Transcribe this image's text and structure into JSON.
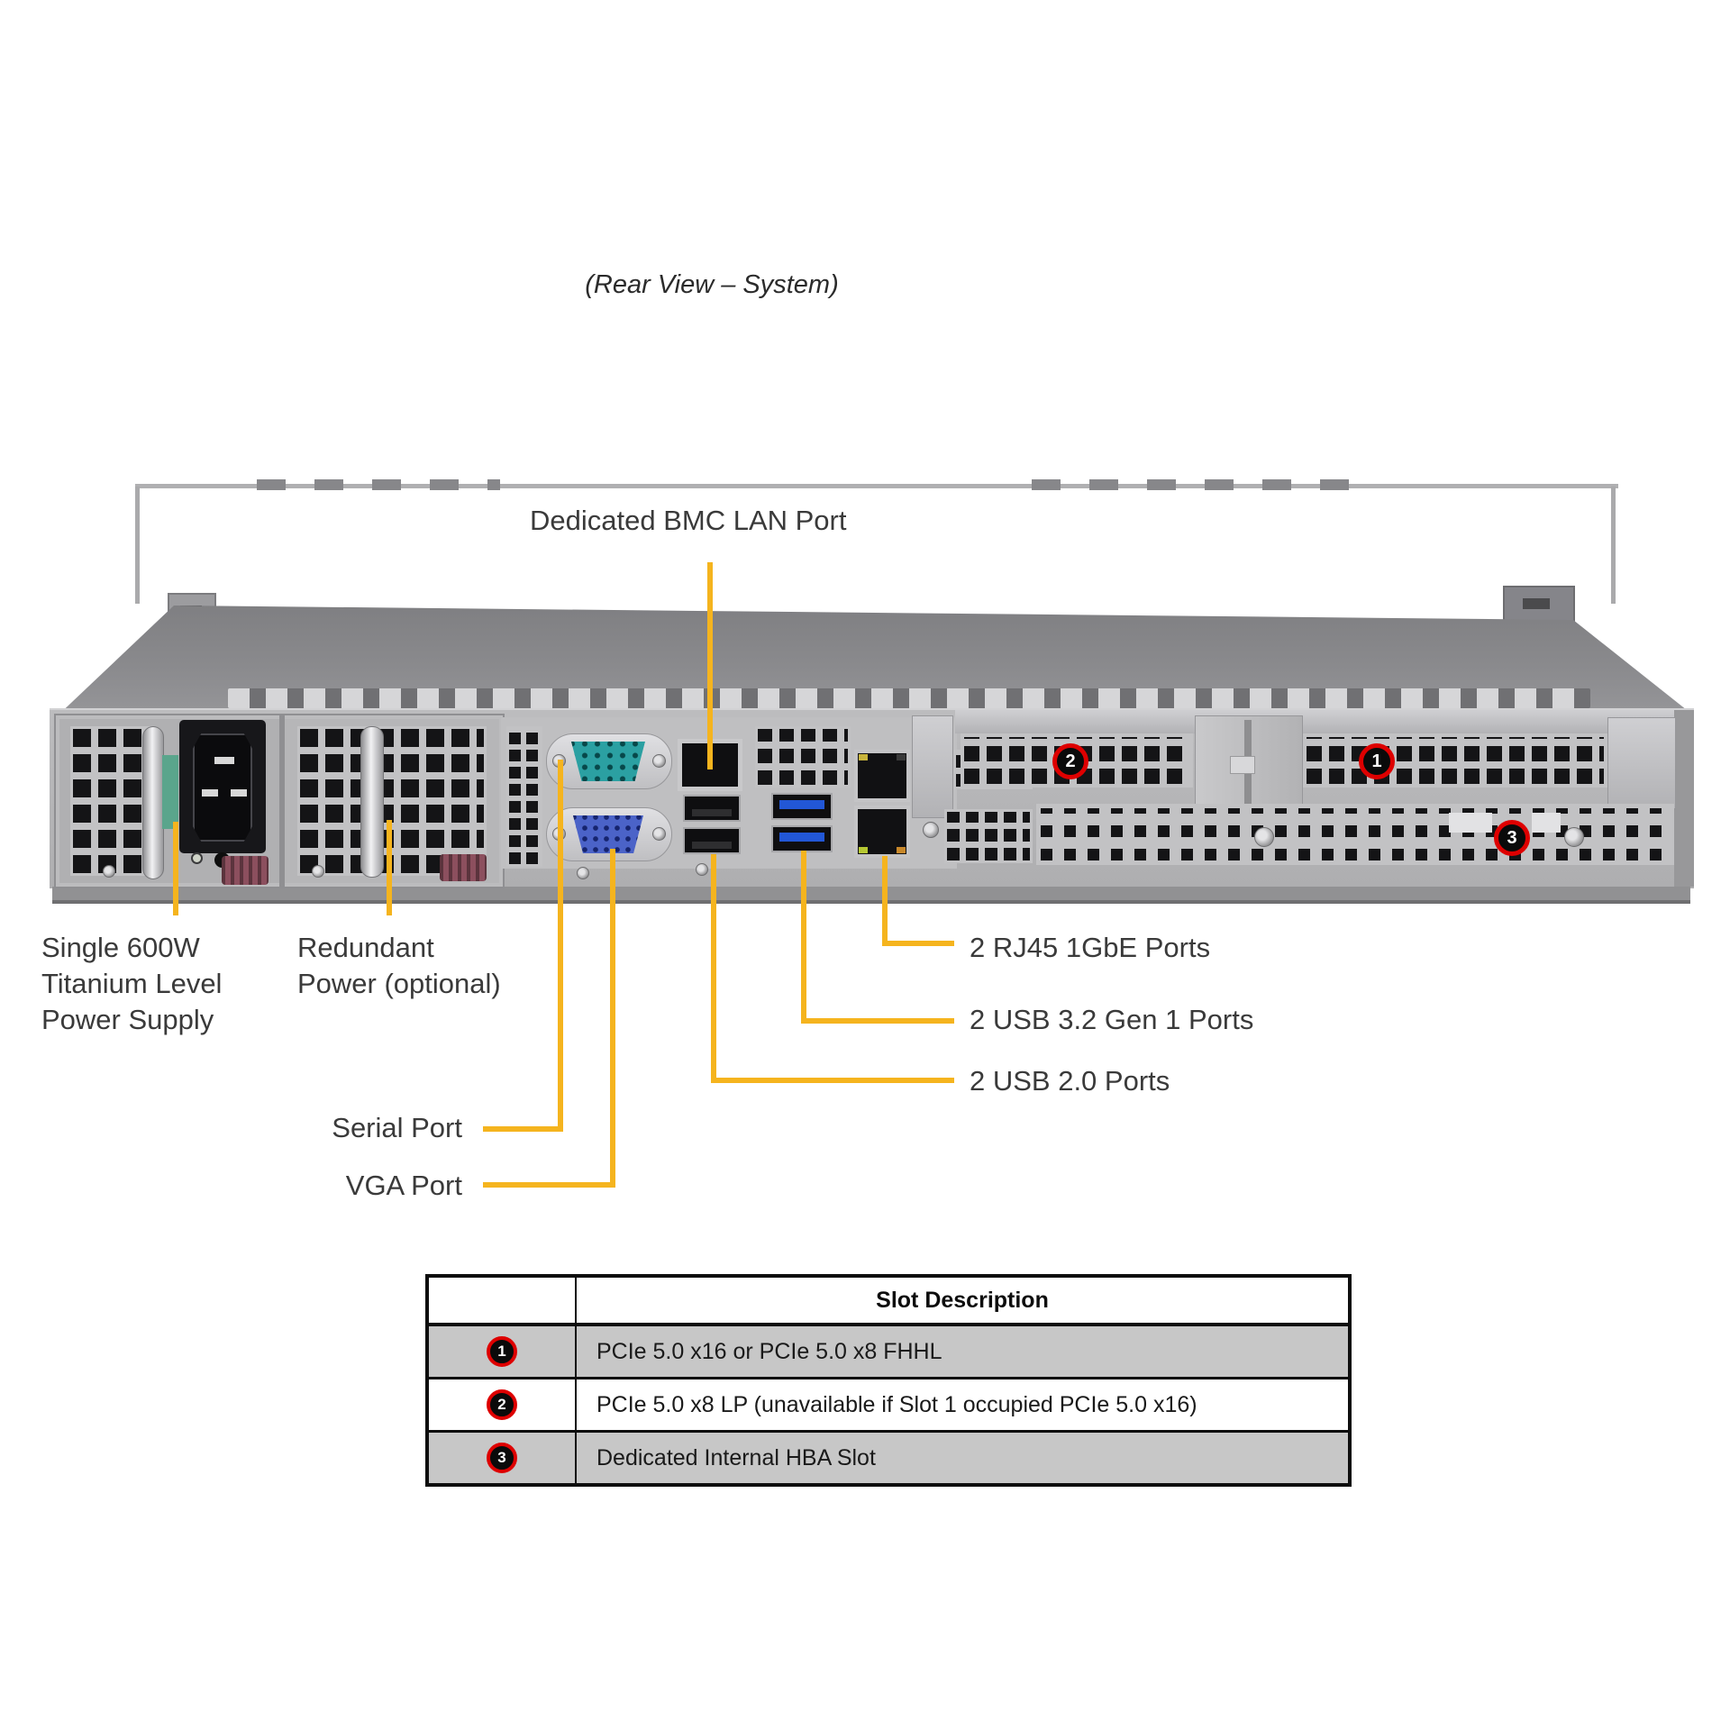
{
  "title": "(Rear View – System)",
  "labels": {
    "bmc": "Dedicated BMC LAN Port",
    "psu_single": "Single 600W\nTitanium Level\nPower Supply",
    "psu_redundant": "Redundant\nPower (optional)",
    "rj45": "2 RJ45 1GbE Ports",
    "usb32": "2 USB 3.2 Gen 1 Ports",
    "usb20": "2 USB 2.0 Ports",
    "serial": "Serial Port",
    "vga": "VGA Port"
  },
  "chassis": {
    "callouts": [
      {
        "number": "2"
      },
      {
        "number": "1"
      },
      {
        "number": "3"
      }
    ]
  },
  "slot_table": {
    "header": "Slot Description",
    "rows": [
      {
        "callout": "1",
        "description": "PCIe 5.0 x16 or PCIe 5.0 x8 FHHL"
      },
      {
        "callout": "2",
        "description": "PCIe 5.0 x8 LP (unavailable if Slot 1 occupied PCIe 5.0 x16)"
      },
      {
        "callout": "3",
        "description": "Dedicated Internal HBA Slot"
      }
    ]
  },
  "colors": {
    "pointer_line": "#F5B41E",
    "callout_ring": "#DE0000",
    "callout_fill": "#0A0A0A",
    "serial_port": "#2BA0A2",
    "vga_port": "#4B63C8",
    "usb3_port": "#2257D6",
    "table_row_alt": "#C7C7C7"
  }
}
